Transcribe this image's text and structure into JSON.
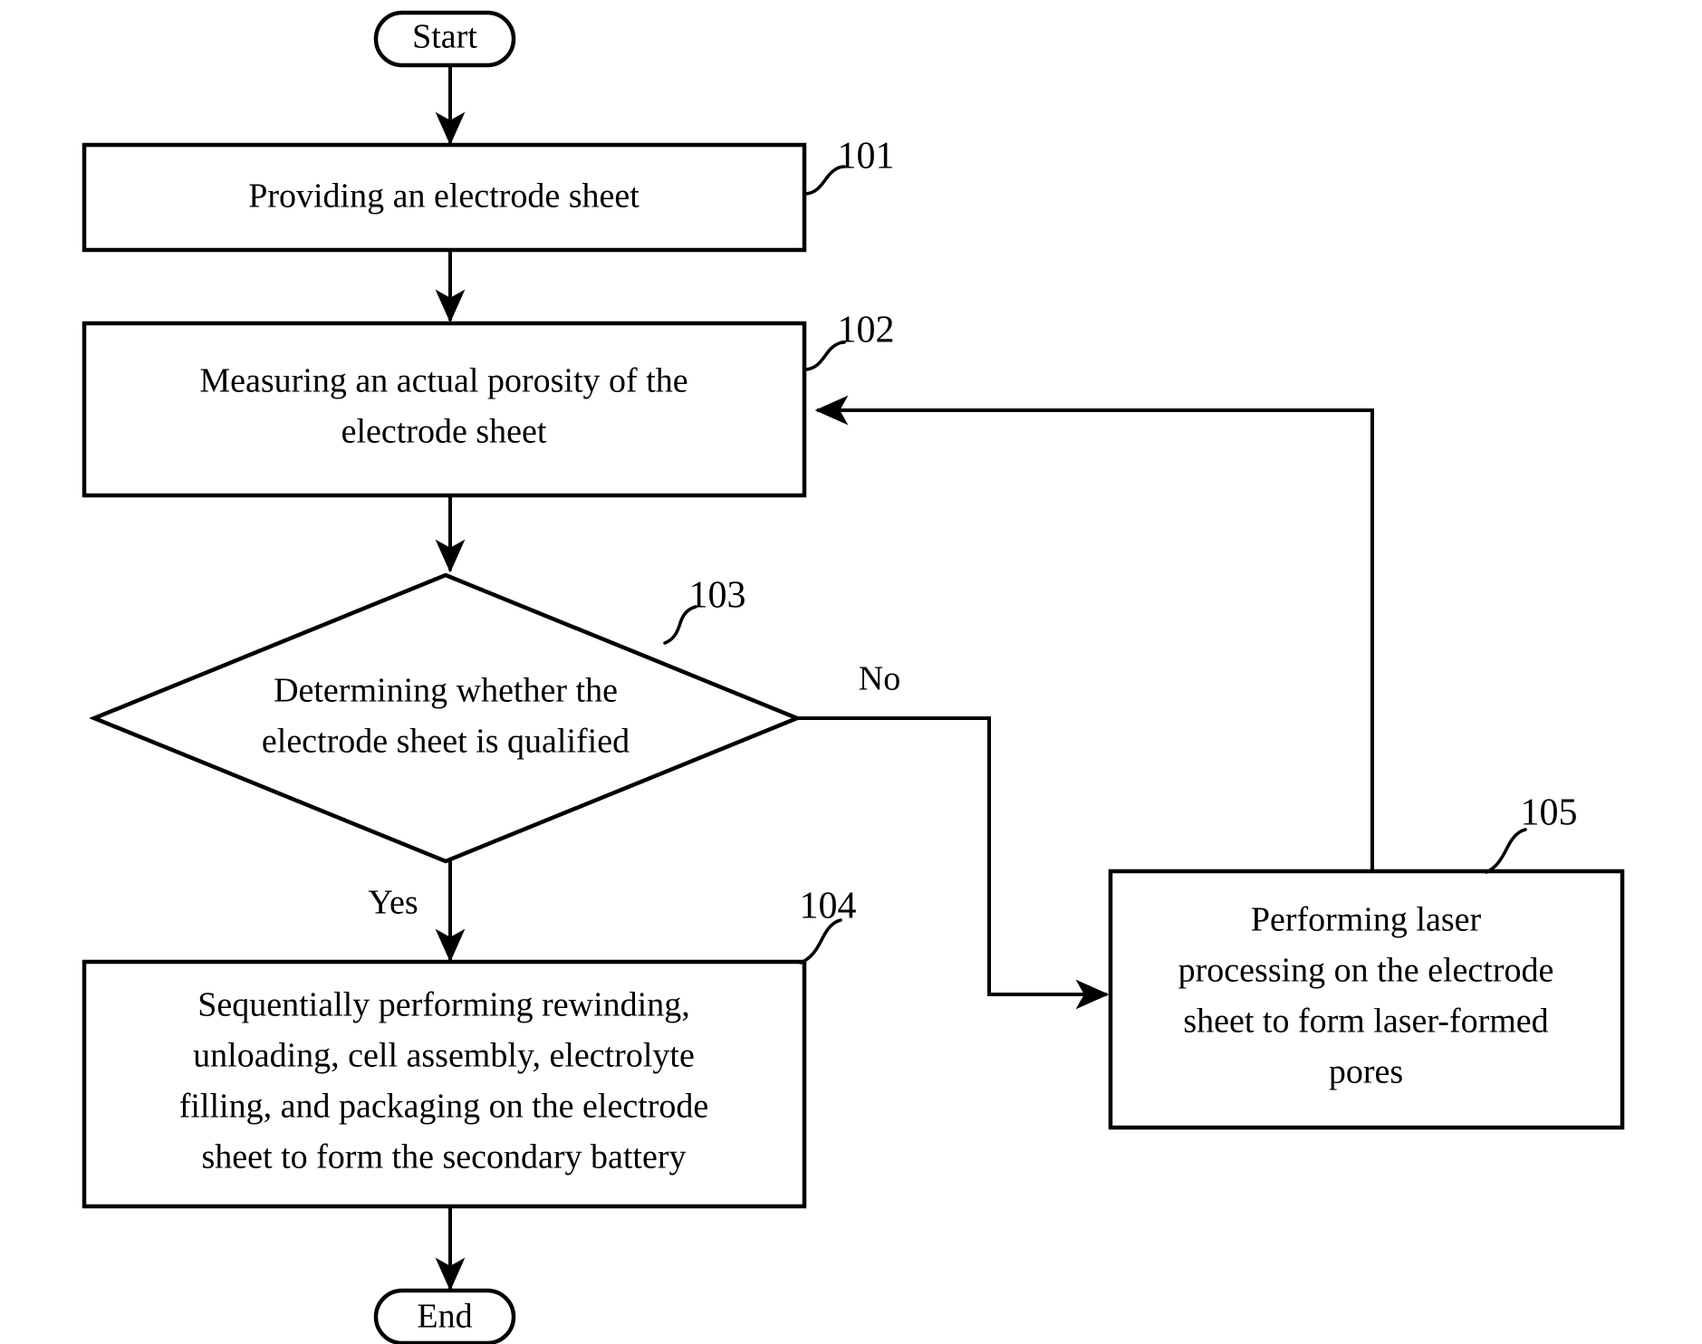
{
  "diagram": {
    "type": "flowchart",
    "title": "",
    "orientation": "top-to-bottom",
    "nodes": [
      {
        "id": "start",
        "shape": "terminator",
        "label": "Start",
        "ref": ""
      },
      {
        "id": "step101",
        "shape": "process",
        "label": "Providing an electrode sheet",
        "ref": "101"
      },
      {
        "id": "step102",
        "shape": "process",
        "label_line1": "Measuring an actual porosity of the",
        "label_line2": "electrode sheet",
        "ref": "102"
      },
      {
        "id": "step103",
        "shape": "decision",
        "label_line1": "Determining whether the",
        "label_line2": "electrode sheet is qualified",
        "ref": "103"
      },
      {
        "id": "step104",
        "shape": "process",
        "label_line1": "Sequentially performing rewinding,",
        "label_line2": "unloading, cell assembly, electrolyte",
        "label_line3": "filling, and packaging on the electrode",
        "label_line4": "sheet to form the secondary battery",
        "ref": "104"
      },
      {
        "id": "step105",
        "shape": "process",
        "label_line1": "Performing laser",
        "label_line2": "processing on the electrode",
        "label_line3": "sheet to form laser-formed",
        "label_line4": "pores",
        "ref": "105"
      },
      {
        "id": "end",
        "shape": "terminator",
        "label": "End",
        "ref": ""
      }
    ],
    "edges": [
      {
        "id": "e-start-101",
        "from": "start",
        "to": "step101",
        "label": ""
      },
      {
        "id": "e-101-102",
        "from": "step101",
        "to": "step102",
        "label": ""
      },
      {
        "id": "e-102-103",
        "from": "step102",
        "to": "step103",
        "label": ""
      },
      {
        "id": "e-103-104",
        "from": "step103",
        "to": "step104",
        "label": "Yes"
      },
      {
        "id": "e-103-105",
        "from": "step103",
        "to": "step105",
        "label": "No"
      },
      {
        "id": "e-105-102",
        "from": "step105",
        "to": "step102",
        "label": ""
      },
      {
        "id": "e-104-end",
        "from": "step104",
        "to": "end",
        "label": ""
      }
    ],
    "colors": {
      "stroke": "#000000",
      "fill": "#ffffff",
      "text": "#000000"
    }
  }
}
